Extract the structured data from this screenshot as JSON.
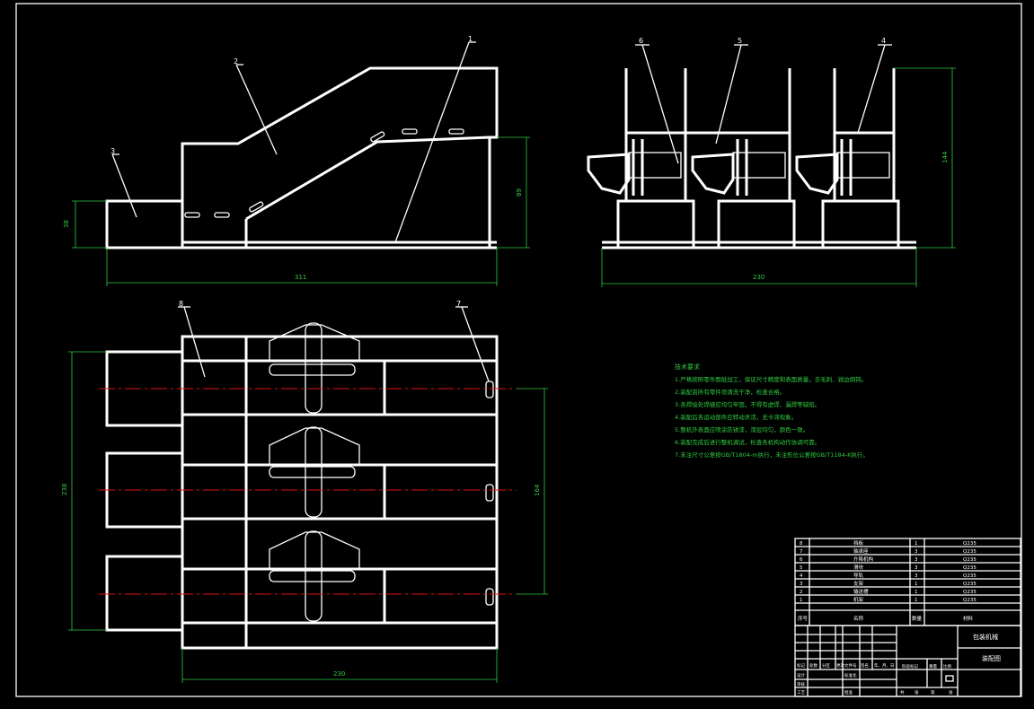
{
  "views": {
    "front": {
      "part_labels": [
        "1",
        "2",
        "3"
      ],
      "dims": {
        "height_small": "38",
        "height_right": "89",
        "width": "311"
      }
    },
    "side": {
      "part_labels": [
        "6",
        "5",
        "4"
      ],
      "dims": {
        "height": "144",
        "width": "230"
      }
    },
    "plan": {
      "part_labels": [
        "8",
        "7"
      ],
      "dims": {
        "height": "238",
        "inner": "164",
        "width": "230"
      }
    }
  },
  "tech_requirements": {
    "title": "技术要求",
    "items": [
      "1.严格按照零件图纸加工，保证尺寸精度和表面质量，去毛刺、锐边倒钝。",
      "2.装配前所有零件须清洗干净，检查合格。",
      "3.各焊接处焊缝应均匀牢固，不得有虚焊、漏焊等缺陷。",
      "4.装配后各运动部件应转动灵活，无卡滞现象。",
      "5.整机外表面应喷涂防锈漆，漆层均匀，颜色一致。",
      "6.装配完成后进行整机调试，检查各机构动作协调可靠。",
      "7.未注尺寸公差按GB/T1804-m执行，未注形位公差按GB/T1184-K执行。"
    ]
  },
  "parts_table": {
    "rows": [
      {
        "no": "8",
        "name": "挡板",
        "qty": "1",
        "material": "Q235"
      },
      {
        "no": "7",
        "name": "轴承座",
        "qty": "3",
        "material": "Q235"
      },
      {
        "no": "6",
        "name": "升降机构",
        "qty": "3",
        "material": "Q235"
      },
      {
        "no": "5",
        "name": "滑块",
        "qty": "3",
        "material": "Q235"
      },
      {
        "no": "4",
        "name": "导轨",
        "qty": "3",
        "material": "Q235"
      },
      {
        "no": "3",
        "name": "支架",
        "qty": "1",
        "material": "Q235"
      },
      {
        "no": "2",
        "name": "输送槽",
        "qty": "1",
        "material": "Q235"
      },
      {
        "no": "1",
        "name": "机架",
        "qty": "1",
        "material": "Q235"
      }
    ],
    "header": {
      "no": "序号",
      "name": "名称",
      "qty": "数量",
      "material": "材料"
    }
  },
  "title_block": {
    "drawing_name": "装配图",
    "title_company": "包装机械",
    "labels": [
      "标记",
      "处数",
      "分区",
      "更改文件号",
      "签名",
      "年、月、日"
    ],
    "design": "设计",
    "check": "审核",
    "process": "工艺",
    "approve": "批准",
    "stage": "阶段标记",
    "weight": "重量",
    "scale": "比例",
    "sheets": [
      "共",
      "张",
      "第",
      "张"
    ],
    "standardize": "标准化"
  }
}
